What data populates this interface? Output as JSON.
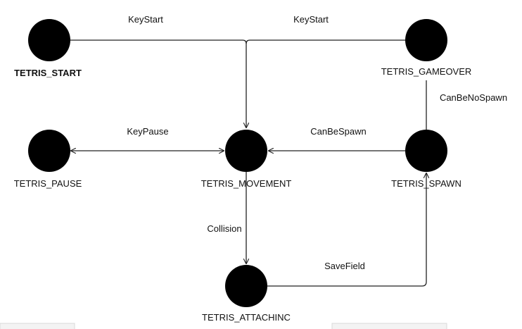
{
  "diagram": {
    "colors": {
      "node_fill": "#000000",
      "edge": "#222222",
      "text": "#111111",
      "background": "#ffffff"
    },
    "nodes": {
      "start": "TETRIS_START",
      "gameover": "TETRIS_GAMEOVER",
      "pause": "TETRIS_PAUSE",
      "movement": "TETRIS_MOVEMENT",
      "spawn": "TETRIS_SPAWN",
      "attaching": "TETRIS_ATTACHINC"
    },
    "edges": {
      "start_to_movement": "KeyStart",
      "gameover_to_movement": "KeyStart",
      "pause_movement": "KeyPause",
      "spawn_to_movement": "CanBeSpawn",
      "spawn_to_gameover": "CanBeNoSpawn",
      "movement_to_attaching": "Collision",
      "attaching_to_spawn": "SaveField"
    }
  }
}
